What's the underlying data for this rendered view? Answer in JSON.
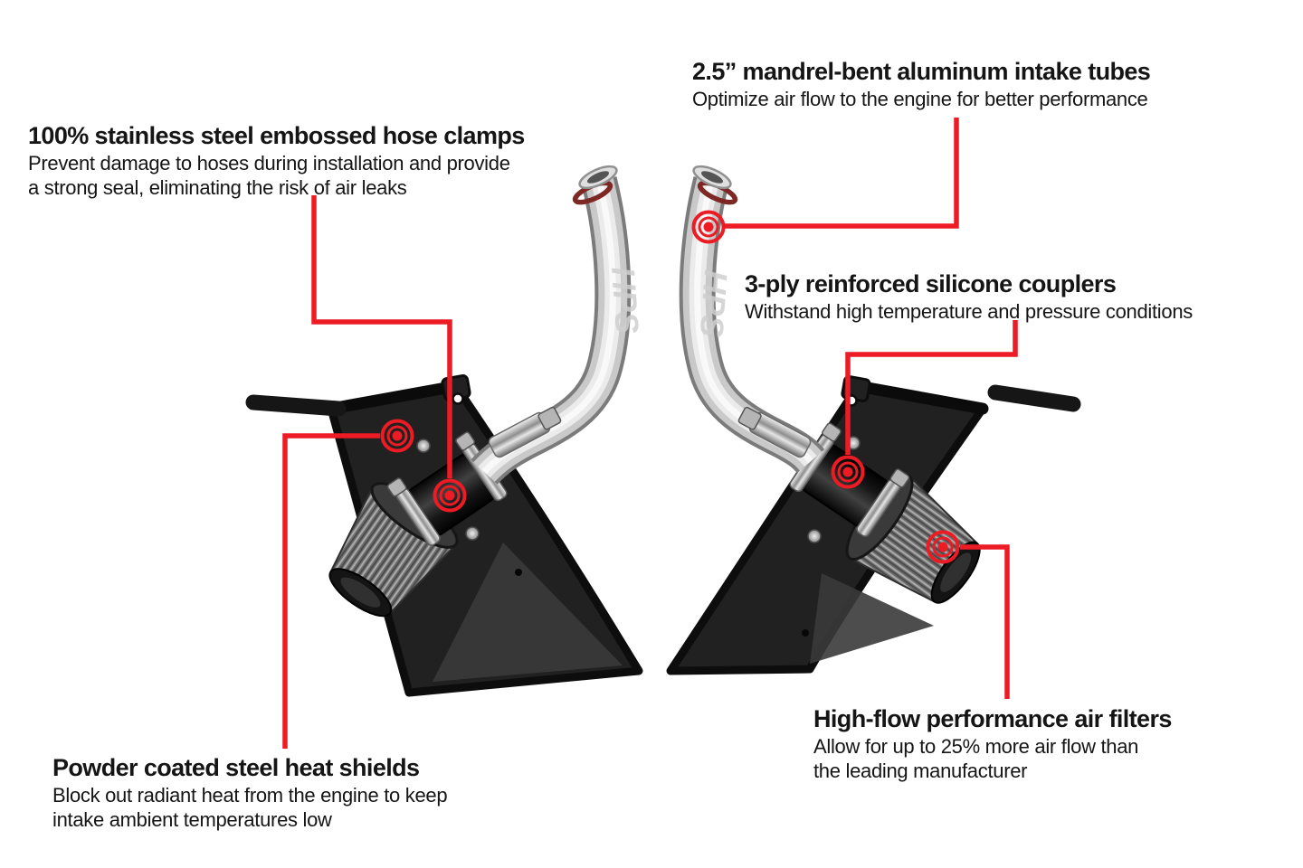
{
  "page": {
    "background": "#ffffff",
    "accent_red": "#ec1b24",
    "text_color": "#151515"
  },
  "product": {
    "brand": "HPS"
  },
  "callouts": [
    {
      "id": "intake-tubes",
      "title": "2.5” mandrel-bent aluminum intake tubes",
      "description": "Optimize air flow to the engine for better performance"
    },
    {
      "id": "hose-clamps",
      "title": "100% stainless steel embossed hose clamps",
      "description": "Prevent damage to hoses during installation and provide\na strong seal, eliminating the risk of air leaks"
    },
    {
      "id": "silicone-couplers",
      "title": "3-ply reinforced silicone couplers",
      "description": "Withstand high temperature and pressure conditions"
    },
    {
      "id": "heat-shields",
      "title": "Powder coated steel heat shields",
      "description": "Block out radiant heat from the engine to keep\nintake ambient temperatures low"
    },
    {
      "id": "air-filters",
      "title": "High-flow performance air filters",
      "description": "Allow for up to 25% more air flow than\nthe leading manufacturer"
    }
  ]
}
